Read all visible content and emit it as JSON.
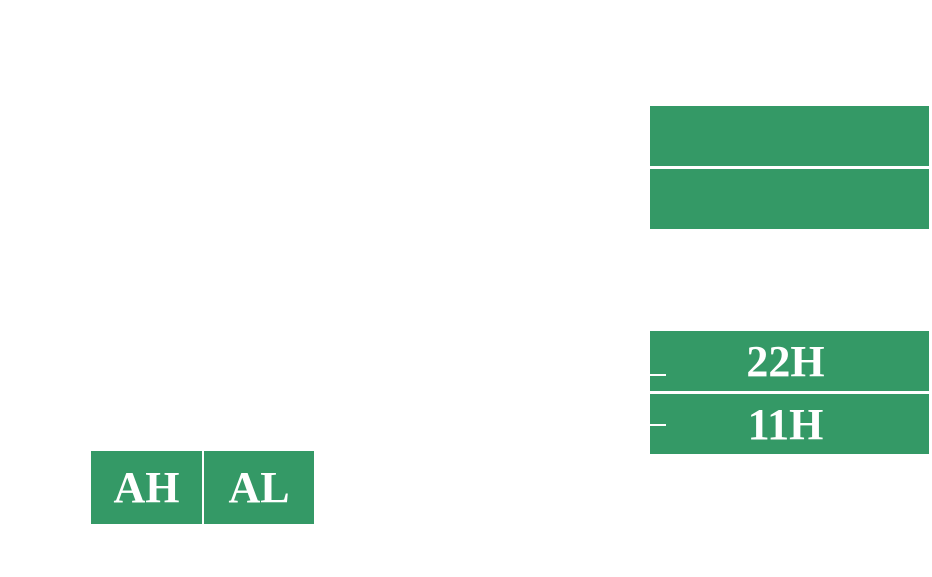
{
  "colors": {
    "cell_fill": "#349966",
    "text": "#ffffff",
    "background": "#ffffff"
  },
  "memory_top": {
    "cells": [
      {
        "label": ""
      },
      {
        "label": ""
      }
    ]
  },
  "memory_bottom": {
    "cells": [
      {
        "label": "22H"
      },
      {
        "label": "11H"
      }
    ]
  },
  "register": {
    "high": "AH",
    "low": "AL"
  }
}
